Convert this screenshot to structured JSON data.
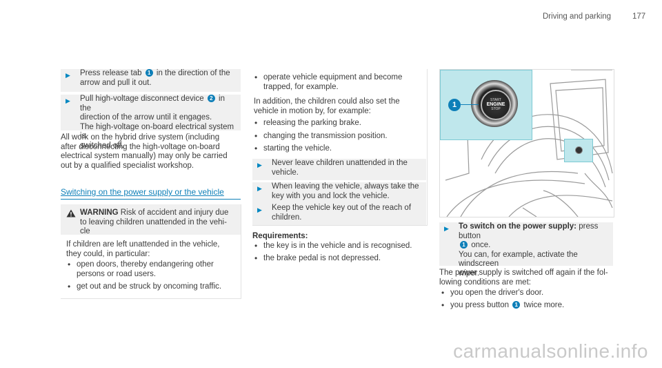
{
  "header": {
    "section": "Driving and parking",
    "page_number": "177"
  },
  "col1": {
    "step1": [
      "Press release tab",
      "in the direction of the",
      "arrow and pull it out."
    ],
    "step1_marker": "1",
    "step2": [
      "Pull high-voltage disconnect device",
      "in the",
      "direction of the arrow until it engages.",
      "The high-voltage on-board electrical system is",
      "switched off."
    ],
    "step2_marker": "2",
    "note": [
      "All work on the hybrid drive system (including",
      "after disconnecting the high-voltage on-board",
      "electrical system manually) may only be carried",
      "out by a qualified specialist workshop."
    ],
    "section_heading": "Switching on the power supply or the vehicle",
    "warning_title": "WARNING",
    "warning_text": [
      "Risk of accident and injury due",
      "to leaving children unattended in the vehi-",
      "cle"
    ],
    "warning_body": [
      "If children are left unattended in the vehicle,",
      "they could, in particular:"
    ],
    "warning_bullets": [
      [
        "open doors, thereby endangering other",
        "persons or road users."
      ],
      [
        "get out and be struck by oncoming traffic."
      ]
    ]
  },
  "col2": {
    "bullets_top": [
      [
        "operate vehicle equipment and become",
        "trapped, for example."
      ]
    ],
    "para": [
      "In addition, the children could also set the",
      "vehicle in motion by, for example:"
    ],
    "bullets_mid": [
      [
        "releasing the parking brake."
      ],
      [
        "changing the transmission position."
      ],
      [
        "starting the vehicle."
      ]
    ],
    "steps": [
      [
        "Never leave children unattended in the",
        "vehicle."
      ],
      [
        "When leaving the vehicle, always take the",
        "key with you and lock the vehicle."
      ],
      [
        "Keep the vehicle key out of the reach of",
        "children."
      ]
    ],
    "requirements_heading": "Requirements:",
    "requirements": [
      [
        "the key is in the vehicle and is recognised."
      ],
      [
        "the brake pedal is not depressed."
      ]
    ]
  },
  "col3": {
    "illustration_callout": "1",
    "button_text_top": "START",
    "button_text_mid": "ENGINE",
    "button_text_bot": "STOP",
    "step_title": "To switch on the power supply:",
    "step_text_a": "press button",
    "step_marker": "1",
    "step_text_b": "once.",
    "step_text_c": [
      "You can, for example, activate the windscreen",
      "wiper."
    ],
    "para": [
      "The power supply is switched off again if the fol-",
      "lowing conditions are met:"
    ],
    "bullets": [
      "you open the driver's door.",
      "you press button",
      "twice more."
    ],
    "bullet_marker": "1"
  },
  "watermark": "carmanualsonline.info",
  "colors": {
    "accent": "#0e7fb8",
    "highlight": "#bfe7ec",
    "panel": "#f0f0f0"
  }
}
